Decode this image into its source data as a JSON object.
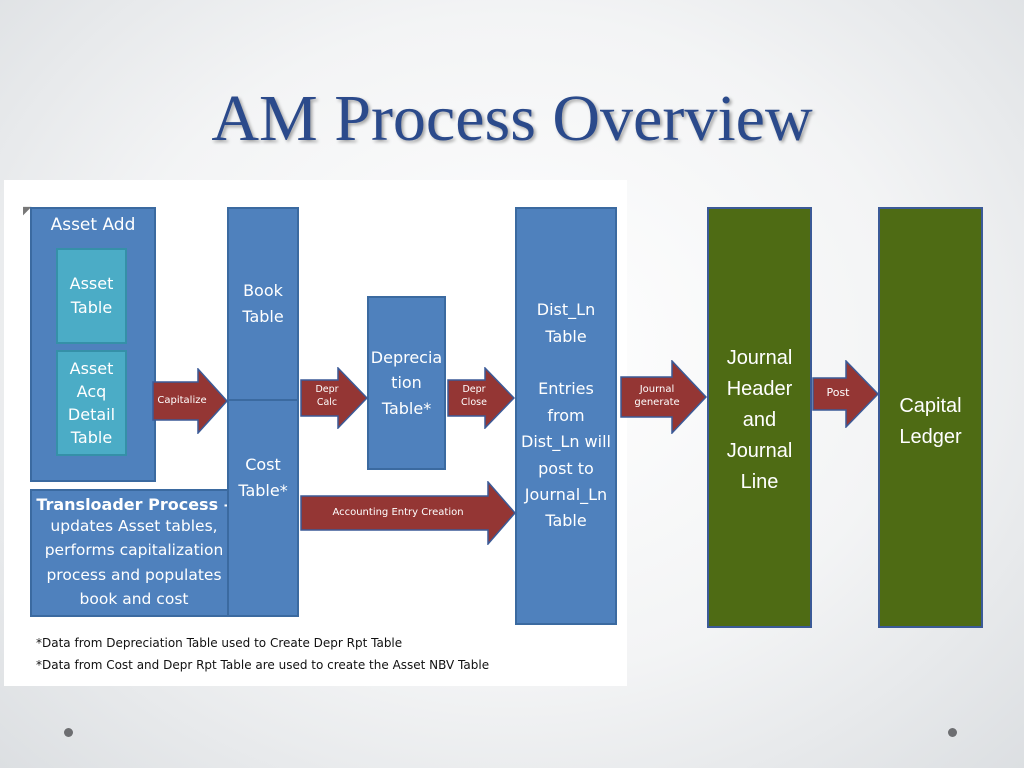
{
  "title": "AM Process Overview",
  "boxes": {
    "asset_add": "Asset Add",
    "asset_table": "Asset\nTable",
    "asset_acq_detail": "Asset\nAcq\nDetail\nTable",
    "transloader_heading": "Transloader Process –",
    "transloader_body": "updates Asset tables, performs capitalization process and populates book and cost",
    "book_table": "Book\nTable",
    "cost_table": "Cost\nTable*",
    "depreciation_table": "Deprecia\ntion\nTable*",
    "dist_ln_table": "Dist_Ln\nTable\n\nEntries\nfrom\nDist_Ln will\npost to\nJournal_Ln\nTable",
    "journal_header_line": "Journal\nHeader\nand\nJournal\nLine",
    "capital_ledger": "Capital\nLedger"
  },
  "arrows": {
    "capitalize": "Capitalize",
    "depr_calc": "Depr\nCalc",
    "depr_close": "Depr\nClose",
    "accounting_entry": "Accounting Entry Creation",
    "journal_generate": "Journal\ngenerate",
    "post": "Post"
  },
  "notes": {
    "note1": "*Data from Depreciation Table used to Create Depr Rpt Table",
    "note2": "*Data from Cost and Depr Rpt Table are used to create the Asset NBV Table"
  },
  "colors": {
    "title": "#2b4a8b",
    "box_blue": "#4f81bd",
    "box_teal": "#4bacc6",
    "box_green": "#4e6b14",
    "arrow_red": "#943634"
  }
}
